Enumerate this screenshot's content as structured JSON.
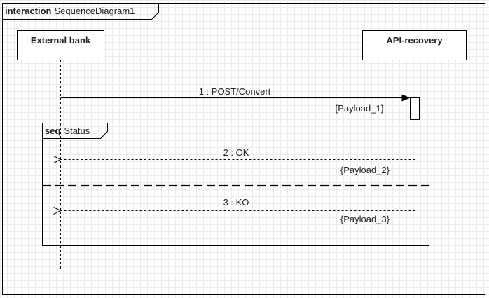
{
  "frame": {
    "keyword": "interaction",
    "name": "SequenceDiagram1"
  },
  "lifelines": [
    {
      "name": "External bank"
    },
    {
      "name": "API-recovery"
    }
  ],
  "messages": [
    {
      "label": "1 : POST/Convert",
      "constraint": "{Payload_1}",
      "kind": "sync"
    },
    {
      "label": "2 : OK",
      "constraint": "{Payload_2}",
      "kind": "reply"
    },
    {
      "label": "3 : KO",
      "constraint": "{Payload_3}",
      "kind": "reply"
    }
  ],
  "fragment": {
    "operator": "seq",
    "name": "Status"
  },
  "colors": {
    "line": "#000000",
    "text": "#222222",
    "grid": "#ececec"
  }
}
